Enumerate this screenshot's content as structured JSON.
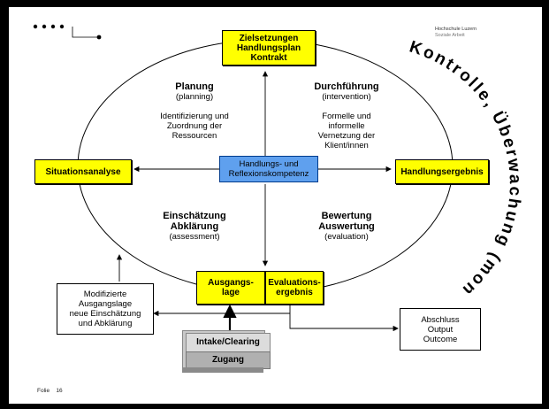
{
  "header": {
    "institution": "Hochschule Luzern",
    "department": "Soziale Arbeit"
  },
  "boxes": {
    "top": [
      "Zielsetzungen",
      "Handlungsplan",
      "Kontrakt"
    ],
    "left": "Situationsanalyse",
    "right": "Handlungsergebnis",
    "bottom_left": [
      "Ausgangs-",
      "lage"
    ],
    "bottom_right": [
      "Evaluations-",
      "ergebnis"
    ],
    "center": [
      "Handlungs- und",
      "Reflexionskompetenz"
    ],
    "modified": [
      "Modifizierte",
      "Ausgangslage",
      "neue Einschätzung",
      "und Abklärung"
    ],
    "abschluss": [
      "Abschluss",
      "Output",
      "Outcome"
    ],
    "intake": "Intake/Clearing",
    "zugang": "Zugang"
  },
  "quadrants": {
    "planung": {
      "title": "Planung",
      "en": "(planning)",
      "desc": [
        "Identifizierung und",
        "Zuordnung der",
        "Ressourcen"
      ]
    },
    "durchfuehrung": {
      "title": "Durchführung",
      "en": "(intervention)",
      "desc": [
        "Formelle und",
        "informelle",
        "Vernetzung der",
        "Klient/innen"
      ]
    },
    "einschaetzung": {
      "title": [
        "Einschätzung",
        "Abklärung"
      ],
      "en": "(assessment)"
    },
    "bewertung": {
      "title": [
        "Bewertung",
        "Auswertung"
      ],
      "en": "(evaluation)"
    }
  },
  "arc_text": "Kontrolle, Überwachung (monitoring)",
  "footer": {
    "folie_label": "Folie",
    "folie_number": "16"
  }
}
